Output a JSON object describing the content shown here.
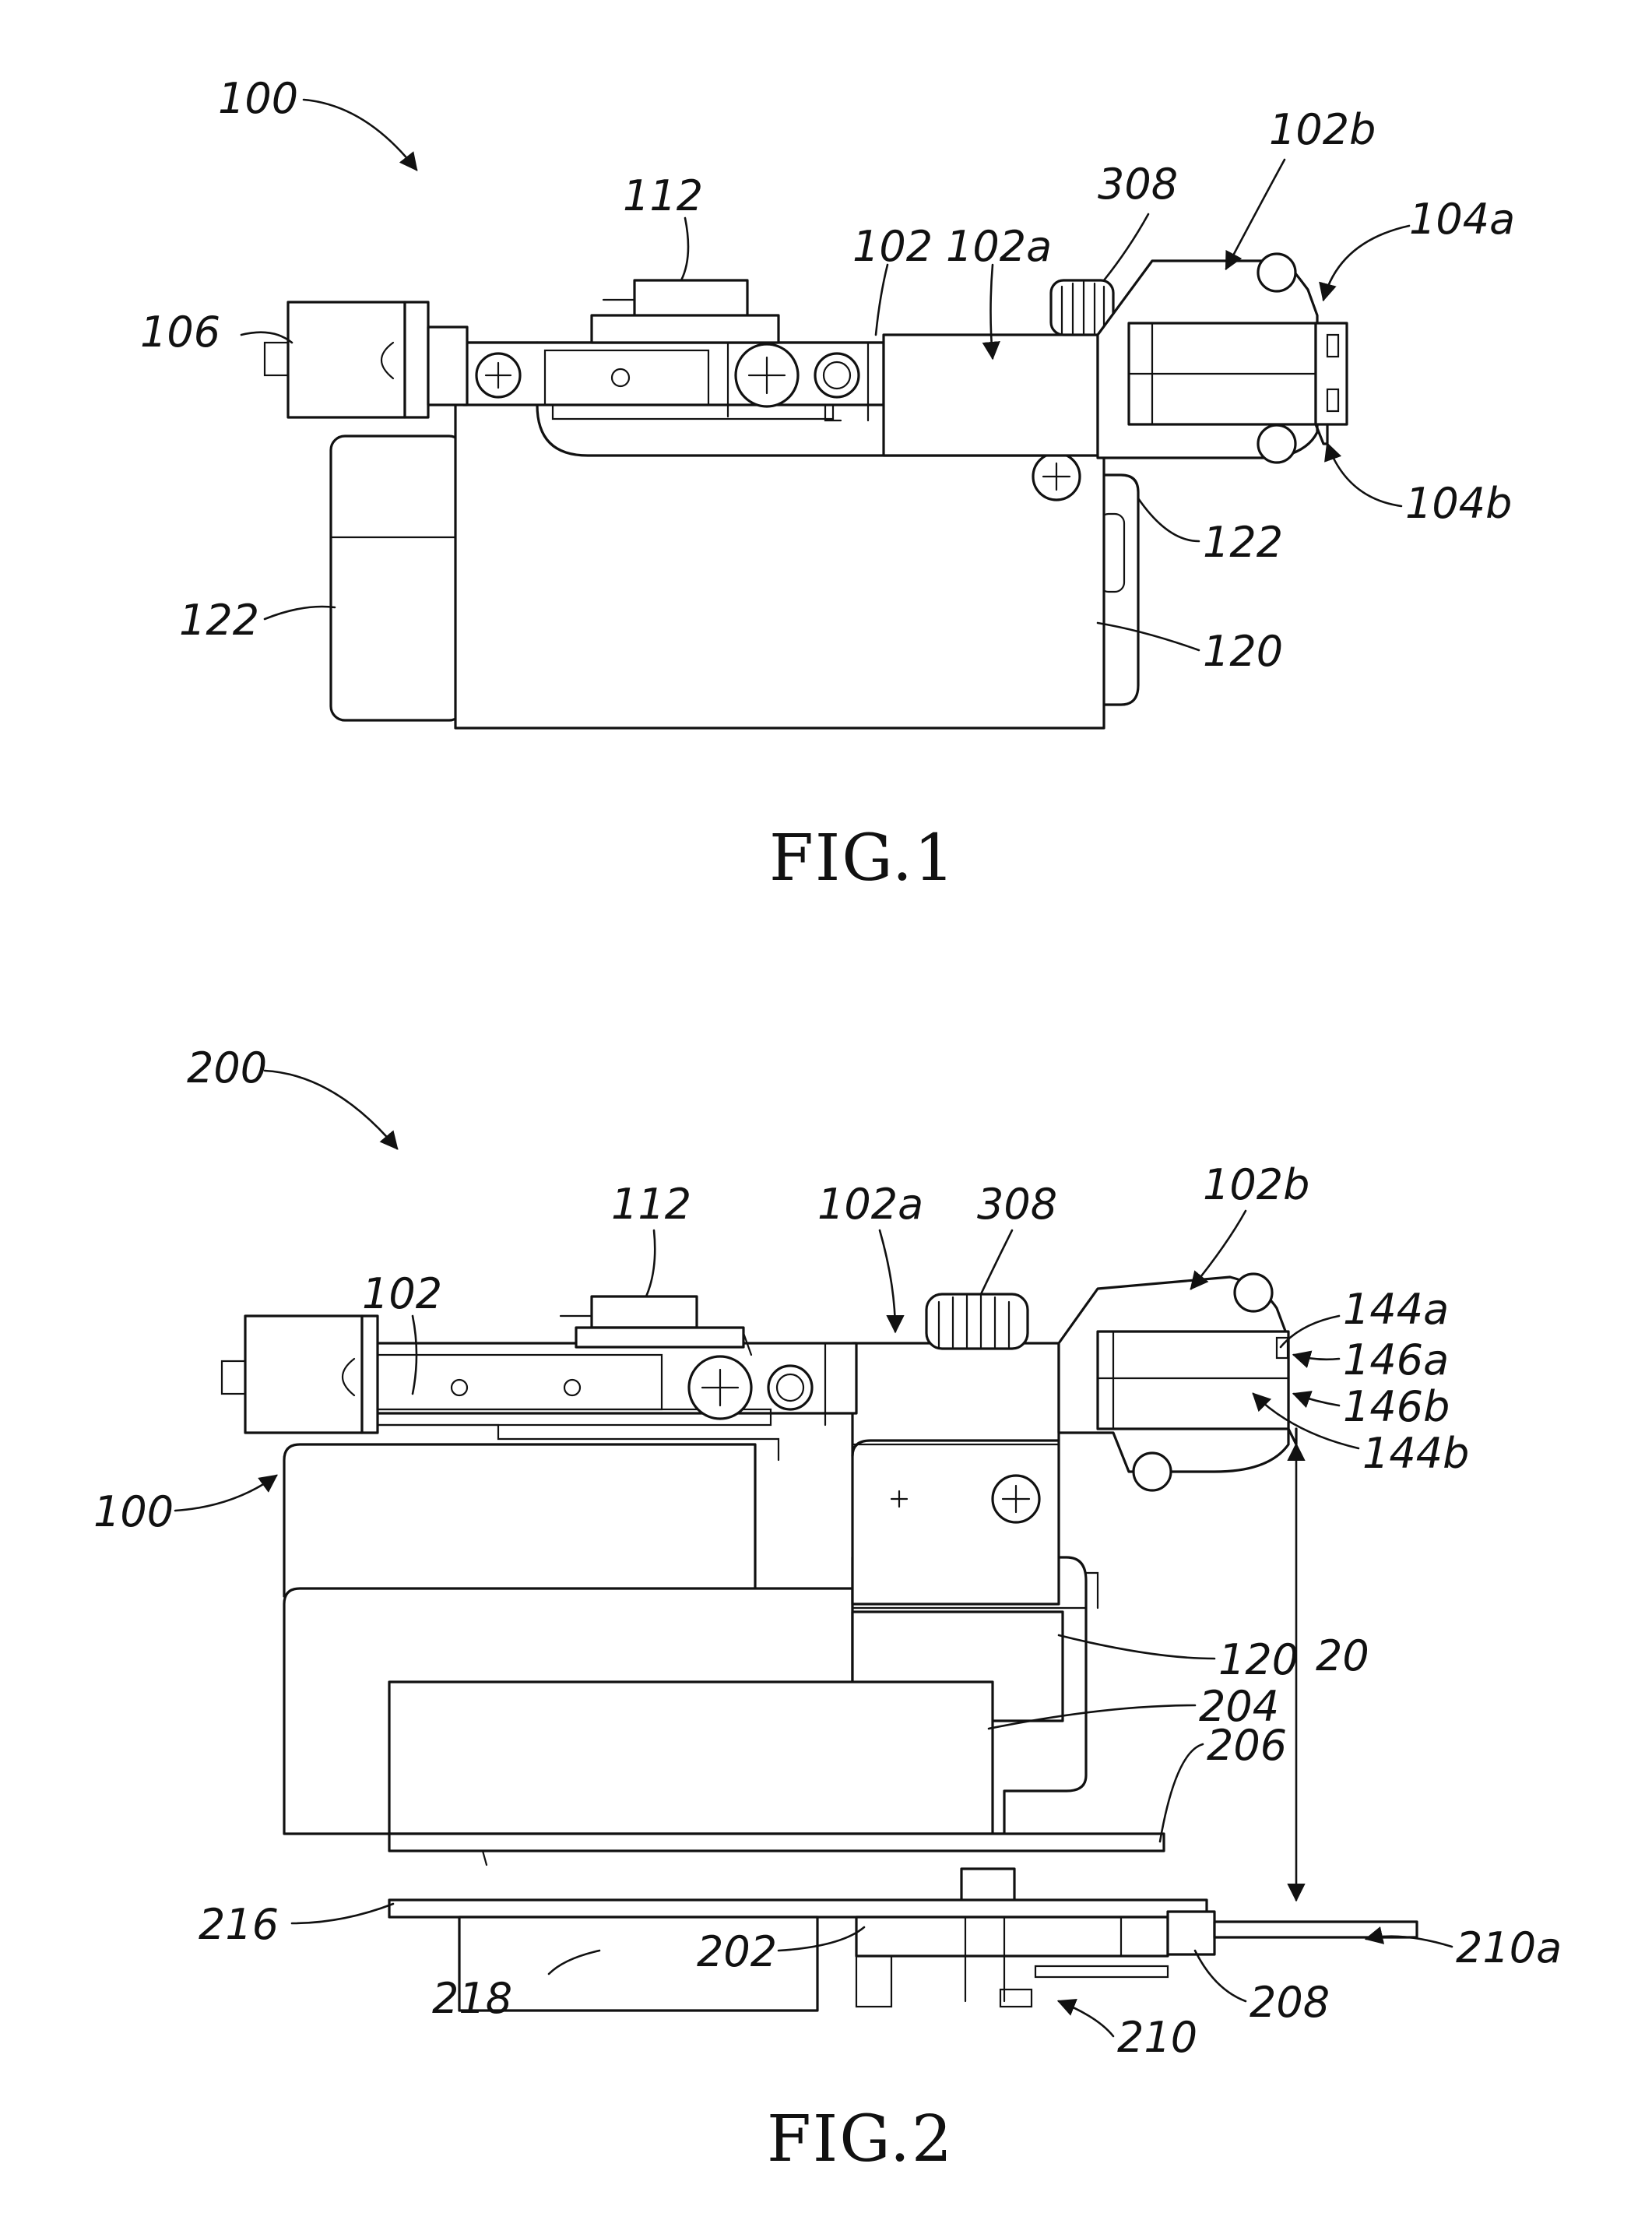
{
  "figures": [
    {
      "id": "fig1",
      "caption": "FIG.1",
      "labels": [
        "100",
        "112",
        "102",
        "102a",
        "308",
        "102b",
        "104a",
        "106",
        "104b",
        "122",
        "122",
        "120"
      ]
    },
    {
      "id": "fig2",
      "caption": "FIG.2",
      "labels": [
        "200",
        "112",
        "102a",
        "308",
        "102b",
        "102",
        "144a",
        "146a",
        "146b",
        "144b",
        "100",
        "20",
        "120",
        "204",
        "206",
        "216",
        "202",
        "208",
        "210a",
        "218",
        "210"
      ]
    }
  ]
}
